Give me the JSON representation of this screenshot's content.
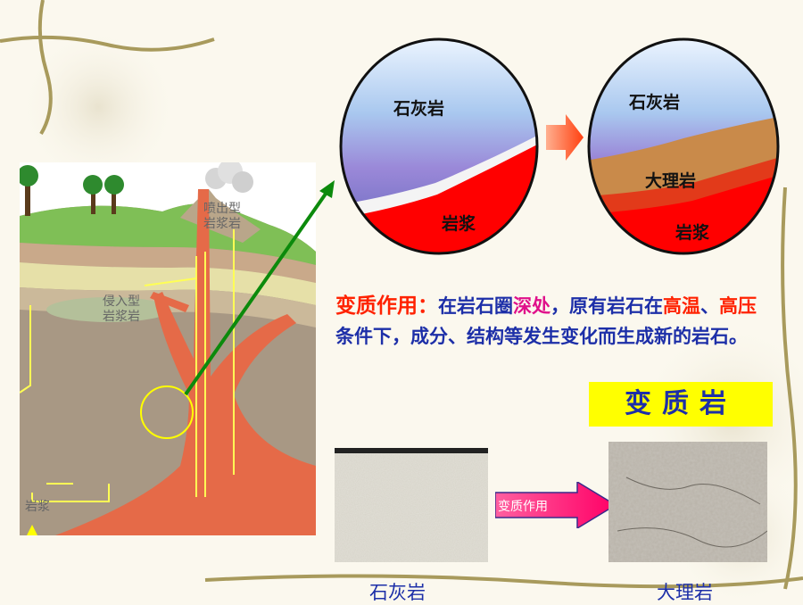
{
  "diagram": {
    "label_extrusive": "喷出型\n岩浆岩",
    "label_intrusive": "侵入型\n岩浆岩",
    "label_magma": "岩浆"
  },
  "before_circle": {
    "top_label": "石灰岩",
    "bottom_label": "岩浆"
  },
  "after_circle": {
    "top_label": "石灰岩",
    "middle_label": "大理岩",
    "bottom_label": "岩浆"
  },
  "definition": {
    "term": "变质作用：",
    "segments": [
      {
        "text": "在岩石圈",
        "style": "normal"
      },
      {
        "text": "深处",
        "style": "pink"
      },
      {
        "text": "，原有岩石在",
        "style": "normal"
      },
      {
        "text": "高温",
        "style": "red"
      },
      {
        "text": "、",
        "style": "normal"
      },
      {
        "text": "高压",
        "style": "red"
      },
      {
        "text": "条件下，成分、结构等发生变化而生成新的岩石。",
        "style": "normal"
      }
    ]
  },
  "banner": "变质岩",
  "process_arrow_label": "变质作用",
  "photos": {
    "left_caption": "石灰岩",
    "right_caption": "大理岩"
  }
}
